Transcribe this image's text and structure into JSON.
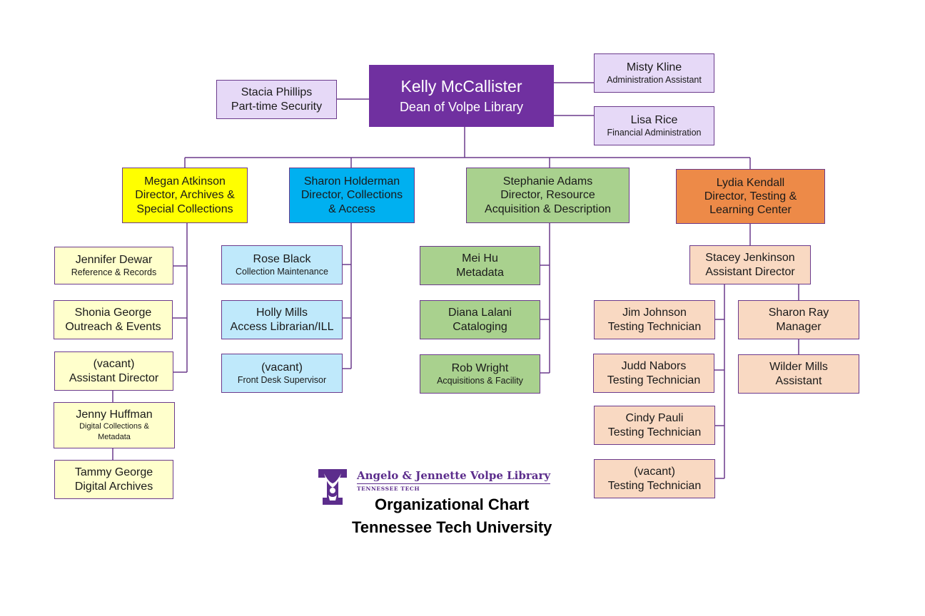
{
  "dean": {
    "name": "Kelly McCallister",
    "title": "Dean of Volpe Library"
  },
  "staff": [
    {
      "name": "Stacia Phillips",
      "title": "Part-time Security"
    },
    {
      "name": "Misty Kline",
      "title": "Administration Assistant"
    },
    {
      "name": "Lisa Rice",
      "title": "Financial Administration"
    }
  ],
  "directors": [
    {
      "name": "Megan Atkinson",
      "title_line1": "Director, Archives &",
      "title_line2": "Special Collections",
      "color": "#ffff00"
    },
    {
      "name": "Sharon Holderman",
      "title_line1": "Director, Collections",
      "title_line2": "& Access",
      "color": "#00b0f0"
    },
    {
      "name": "Stephanie Adams",
      "title_line1": "Director, Resource",
      "title_line2": "Acquisition & Description",
      "color": "#a9d18e"
    },
    {
      "name": "Lydia Kendall",
      "title_line1": "Director, Testing &",
      "title_line2": "Learning Center",
      "color": "#ed8a48"
    }
  ],
  "archives": [
    {
      "name": "Jennifer Dewar",
      "title": "Reference & Records"
    },
    {
      "name": "Shonia George",
      "title": "Outreach & Events"
    },
    {
      "name": "(vacant)",
      "title": "Assistant Director"
    },
    {
      "name": "Jenny Huffman",
      "title_line1": "Digital Collections &",
      "title_line2": "Metadata"
    },
    {
      "name": "Tammy George",
      "title": "Digital Archives"
    }
  ],
  "access": [
    {
      "name": "Rose Black",
      "title": "Collection Maintenance"
    },
    {
      "name": "Holly Mills",
      "title": "Access Librarian/ILL"
    },
    {
      "name": "(vacant)",
      "title": "Front Desk Supervisor"
    }
  ],
  "resource": [
    {
      "name": "Mei Hu",
      "title": "Metadata"
    },
    {
      "name": "Diana Lalani",
      "title": "Cataloging"
    },
    {
      "name": "Rob Wright",
      "title": "Acquisitions & Facility"
    }
  ],
  "testing": {
    "assistant": {
      "name": "Stacey Jenkinson",
      "title": "Assistant Director"
    },
    "technicians": [
      {
        "name": "Jim Johnson",
        "title": "Testing Technician"
      },
      {
        "name": "Judd Nabors",
        "title": "Testing Technician"
      },
      {
        "name": "Cindy Pauli",
        "title": "Testing Technician"
      },
      {
        "name": "(vacant)",
        "title": "Testing Technician"
      }
    ],
    "manager": {
      "name": "Sharon Ray",
      "title": "Manager"
    },
    "manager_assistant": {
      "name": "Wilder Mills",
      "title": "Assistant"
    }
  },
  "footer": {
    "library_name": "Angelo & Jennette Volpe Library",
    "library_sub": "TENNESSEE TECH",
    "title_line1": "Organizational Chart",
    "title_line2": "Tennessee Tech University",
    "logo_icon": "tennessee-tech-eagle-logo"
  },
  "colors": {
    "line": "#6b3a8c",
    "dean": "#7030a0",
    "staff": "#e6d9f7"
  }
}
